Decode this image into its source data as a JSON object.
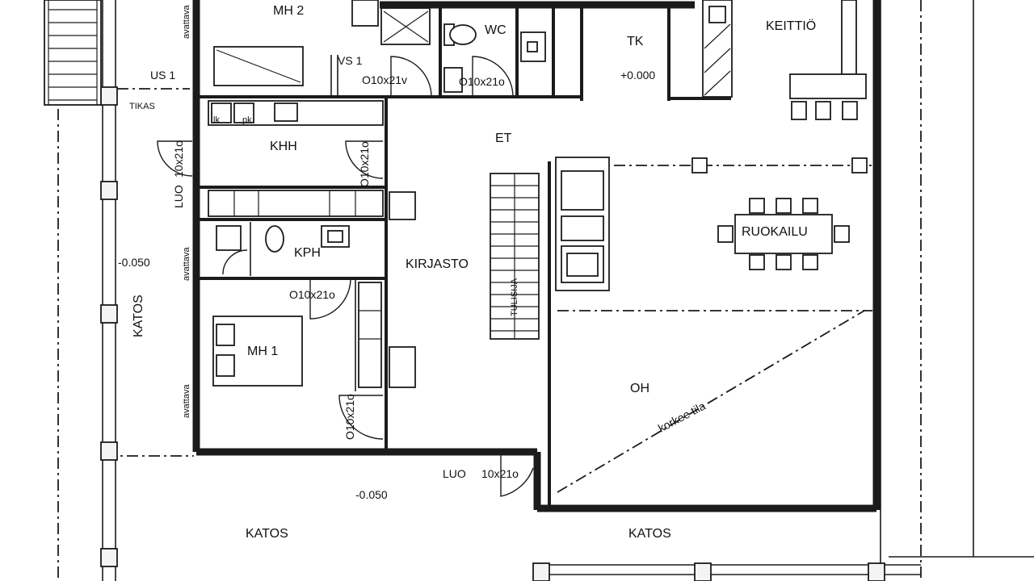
{
  "rooms": {
    "mh2": "MH 2",
    "wc": "WC",
    "tk": "TK",
    "keittio": "KEITTIÖ",
    "khh": "KHH",
    "et": "ET",
    "kph": "KPH",
    "kirjasto": "KIRJASTO",
    "ruokailu": "RUOKAILU",
    "mh1": "MH 1",
    "oh": "OH",
    "katos_left": "KATOS",
    "katos_bottom_left": "KATOS",
    "katos_bottom_right": "KATOS"
  },
  "labels": {
    "vs1": "VS 1",
    "us1": "US 1",
    "tikas": "TIKAS",
    "luo_left": "LUO",
    "luo_bottom": "LUO",
    "korkee_tila": "korkee tila",
    "level_tk": "+0.000",
    "level_left": "-0.050",
    "level_bottom": "-0.050",
    "avattava_1": "avattava",
    "avattava_2": "avattava",
    "avattava_3": "avattava",
    "lk": "lk",
    "pk": "pk",
    "stair_note": "TULISIJA"
  },
  "doors": {
    "d_vs1": "O10x21v",
    "d_wc": "O10x21o",
    "d_luo_left": "10x21o",
    "d_khh": "O10x21o",
    "d_kph": "O10x21o",
    "d_mh1": "O10x21o",
    "d_luo_bottom": "10x21o"
  }
}
